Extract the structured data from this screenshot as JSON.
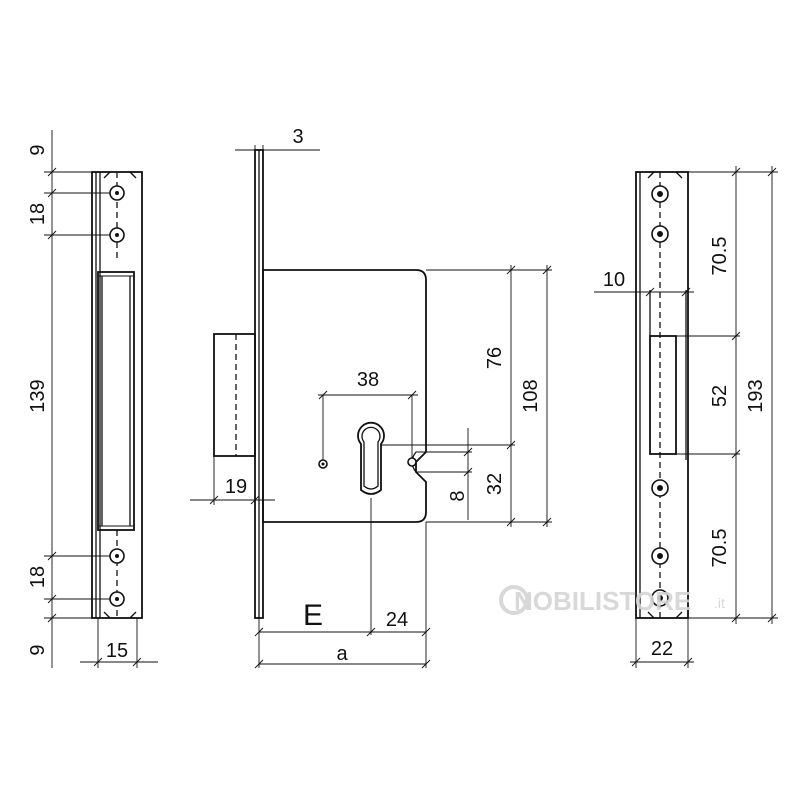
{
  "left_view": {
    "dims": {
      "top_gap": "9",
      "upper_hole": "18",
      "body": "139",
      "lower_hole": "18",
      "bottom_gap": "9",
      "width": "15"
    }
  },
  "center_view": {
    "dims": {
      "plate": "3",
      "backset_bar": "19",
      "cylinder_width": "38",
      "height_upper": "76",
      "height_total": "108",
      "cyl_lower": "32",
      "slot": "8",
      "offset": "24",
      "e_label": "E",
      "a_label": "a"
    }
  },
  "right_view": {
    "dims": {
      "top": "70.5",
      "middle": "52",
      "bottom": "70.5",
      "total": "193",
      "slot_width": "10",
      "width": "22"
    }
  },
  "watermark": {
    "brand": "NOBILISTORE",
    "suffix": ".it"
  }
}
